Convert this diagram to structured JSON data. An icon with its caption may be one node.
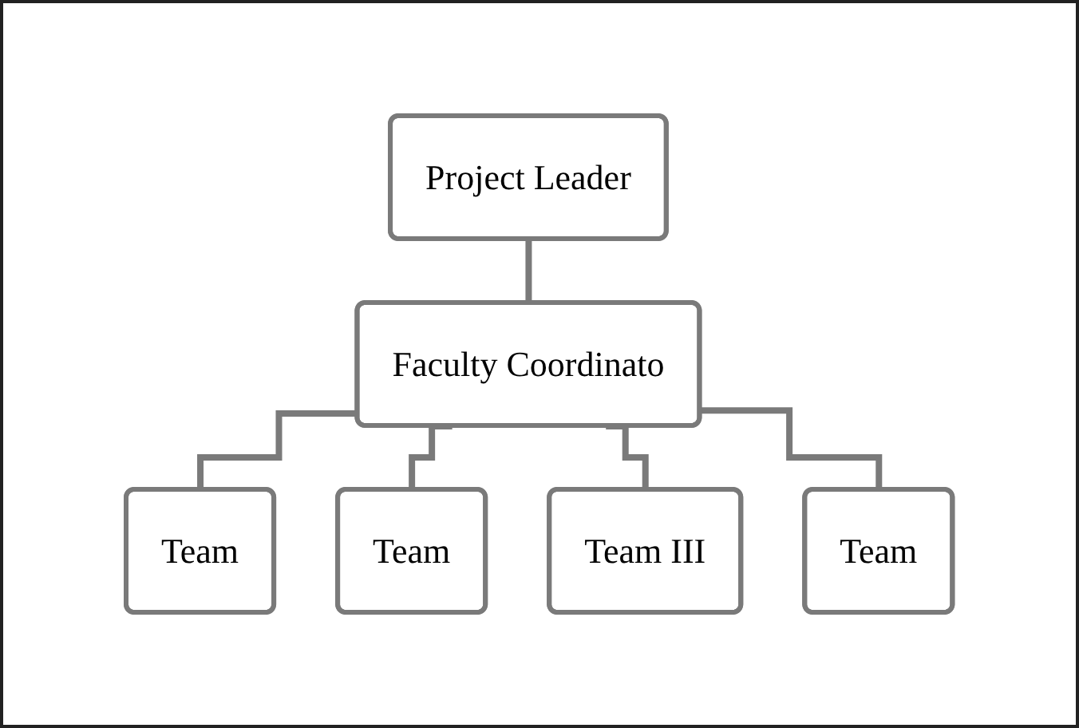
{
  "diagram": {
    "nodes": [
      {
        "text": [
          "Project Leader"
        ]
      },
      {
        "text": [
          "Faculty Coordinato"
        ]
      },
      {
        "text": [
          "Team"
        ]
      },
      {
        "text": [
          "Team"
        ]
      },
      {
        "text": [
          "Team III"
        ]
      },
      {
        "text": [
          "Team"
        ]
      }
    ],
    "edges": [
      {
        "from": 0,
        "to": 1,
        "arrow": "none"
      },
      {
        "from": 1,
        "to": 2,
        "arrow": "none"
      },
      {
        "from": 1,
        "to": 3,
        "arrow": "none"
      },
      {
        "from": 1,
        "to": 4,
        "arrow": "none"
      },
      {
        "from": 1,
        "to": 5,
        "arrow": "none"
      }
    ]
  }
}
